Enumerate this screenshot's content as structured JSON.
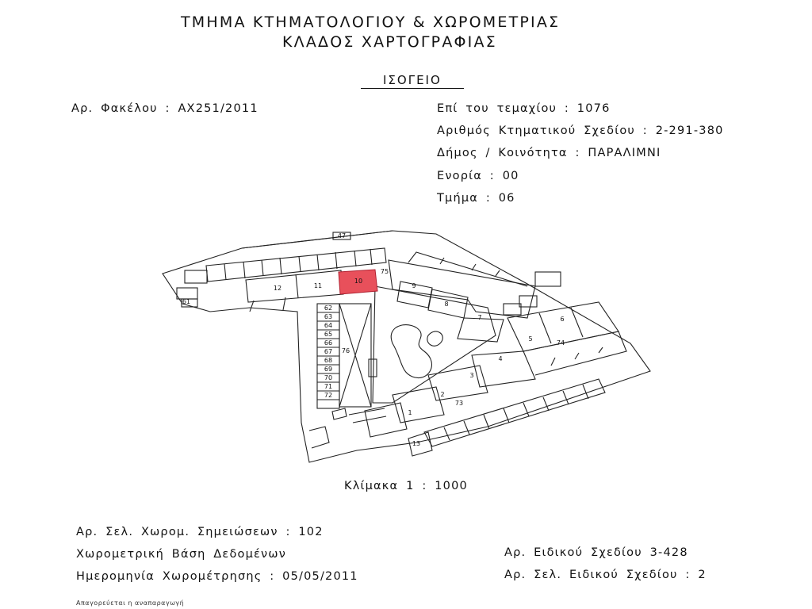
{
  "header": {
    "department": "ΤΜΗΜΑ ΚΤΗΜΑΤΟΛΟΓΙΟΥ & ΧΩΡΟΜΕΤΡΙΑΣ",
    "branch": "ΚΛΑΔΟΣ ΧΑΡΤΟΓΡΑΦΙΑΣ",
    "floor": "ΙΣΟΓΕΙΟ"
  },
  "file": {
    "file_number": "Αρ. Φακέλου : ΑΧ251/2011"
  },
  "parcel": {
    "plot": "Επί του τεμαχίου : 1076",
    "cadastral_plan": "Αριθμός Κτηματικού Σχεδίου : 2-291-380",
    "municipality": "Δήμος / Κοινότητα : ΠΑΡΑΛΙΜΝΙ",
    "parish": "Ενορία : 00",
    "section": "Τμήμα : 06"
  },
  "plan": {
    "scale": "Κλίμακα 1 : 1000",
    "highlight_color": "#e8505b",
    "unit_labels": {
      "u1": "1",
      "u2": "2",
      "u3": "3",
      "u4": "4",
      "u5": "5",
      "u6": "6",
      "u7": "7",
      "u8": "8",
      "u9": "9",
      "u10": "10",
      "u11": "11",
      "u12": "12",
      "u13": "13",
      "u47": "47",
      "u61": "61",
      "u62": "62",
      "u63": "63",
      "u64": "64",
      "u65": "65",
      "u66": "66",
      "u67": "67",
      "u68": "68",
      "u69": "69",
      "u70": "70",
      "u71": "71",
      "u72": "72",
      "u73": "73",
      "u74": "74",
      "u75": "75",
      "u76": "76"
    }
  },
  "footer": {
    "survey_notes": "Αρ. Σελ. Χωρομ. Σημειώσεων : 102",
    "survey_db": "Χωρομετρική Βάση Δεδομένων",
    "survey_date": "Ημερομηνία Χωρομέτρησης : 05/05/2011",
    "special_plan": "Αρ. Ειδικού Σχεδίου 3-428",
    "special_plan_page": "Αρ. Σελ. Ειδικού Σχεδίου : 2",
    "disclaimer": "Απαγορεύεται η αναπαραγωγή"
  }
}
